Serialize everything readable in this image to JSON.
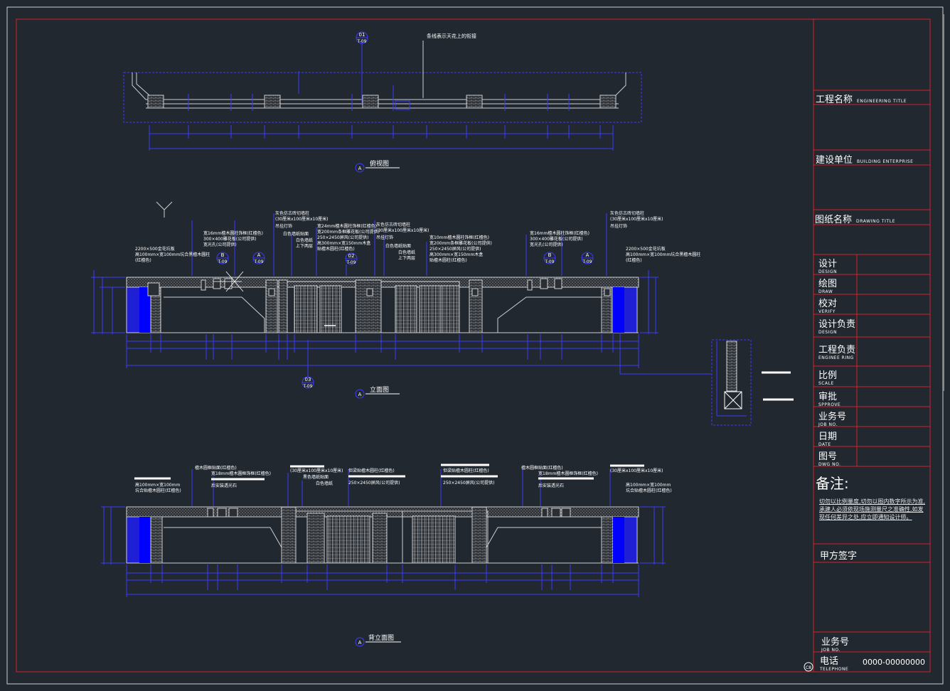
{
  "drawing": {
    "views": {
      "top": {
        "title": "俯视图",
        "marker": "A",
        "note": "条线表示天花上的衔接",
        "ref_num": "01",
        "ref_sheet": "T-09"
      },
      "front": {
        "title": "立面图",
        "marker": "A",
        "ref_bottom_num": "03",
        "ref_bottom_sheet": "T-09"
      },
      "back": {
        "title": "背立面图",
        "marker": "A"
      }
    },
    "callouts_front": [
      {
        "label": "B",
        "sheet": "T-09"
      },
      {
        "label": "A",
        "sheet": "T-09"
      },
      {
        "label": "02",
        "sheet": "T-09"
      },
      {
        "label": "B",
        "sheet": "T-09"
      },
      {
        "label": "A",
        "sheet": "T-09"
      }
    ],
    "annotations_front": [
      "2200×500金花坑板",
      "高100mm×宽100mm坑合黑檀木圆柱",
      "(红檀色)",
      "宽16mm檀木圆柱饰框(红檀色)",
      "300×400雕花板(公司提供)",
      "宽光孔(公司提供)",
      "灰色仿古砖切墙柱",
      "(30厘米x100厘米x10厘米)",
      "吊挂灯饰",
      "白色墙纸贴面",
      "白色墙纸",
      "上下两层",
      "宽24mm檀木圆柱饰框(红檀色)",
      "宽200mm条框雕花板(公司提供)",
      "250×2450屏风(公司提供)",
      "高300mm×宽150mm木盒",
      "贴檀木圆柱(红檀色)",
      "宽10mm檀木圆柱饰框(红檀色)",
      "宽200mm条框雕花板(公司提供)",
      "250×2450屏风(公司提供)",
      "贴檀木圆柱(红檀色)"
    ],
    "annotations_back": [
      "檀木圆框贴面(红檀色)",
      "宽18mm檀木圆框饰框(红檀色)",
      "后安装透光石",
      "高100mm×宽100mm",
      "坑合贴檀木圆柱(红檀色)",
      "(30厘米x100厘米x10厘米)",
      "黑色墙纸贴面",
      "白色墙纸",
      "但梁贴檀木圆柱(红檀色)",
      "250×2450屏风(公司提供)"
    ]
  },
  "title_block": {
    "engineering_title": {
      "cn": "工程名称",
      "en": "ENGINEERING TITLE"
    },
    "building_enterprise": {
      "cn": "建设单位",
      "en": "BUILDING ENTERPRISE"
    },
    "drawing_title": {
      "cn": "图纸名称",
      "en": "DRAWING TITLE"
    },
    "rows": [
      {
        "cn": "设计",
        "en": "DESIGN"
      },
      {
        "cn": "绘图",
        "en": "DRAW"
      },
      {
        "cn": "校对",
        "en": "VERIFY"
      },
      {
        "cn": "设计负责",
        "en": "DESIGN"
      },
      {
        "cn": "工程负责",
        "en": "ENGINEE RING"
      },
      {
        "cn": "比例",
        "en": "SCALE"
      },
      {
        "cn": "审批",
        "en": "SPPROVE"
      },
      {
        "cn": "业务号",
        "en": "JOB NO."
      },
      {
        "cn": "日期",
        "en": "DATE"
      },
      {
        "cn": "图号",
        "en": "DWG NO."
      }
    ],
    "remarks_title": "备注:",
    "remarks_text": "切勿以比例量度,切勿以图内数字所示为准,承建人必须依现场施测量尺之准确性,如发现任何差异之处,应立即通知设计师。",
    "client_sign": "甲方签字",
    "job_no": {
      "cn": "业务号",
      "en": "JOB NO."
    },
    "telephone": {
      "cn": "电话",
      "en": "TELEPHONE",
      "value": "0000-00000000"
    },
    "logo_mark": "C8"
  },
  "colors": {
    "background": "#212830",
    "frame": "#d8202a",
    "linework": "#3a3cff",
    "detail": "#cfcfcf",
    "text": "#ffffff"
  }
}
